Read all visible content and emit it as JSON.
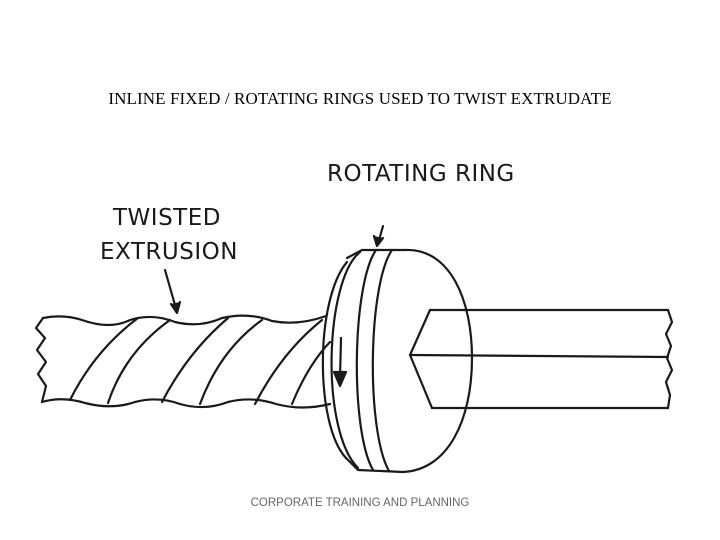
{
  "slide": {
    "title": "INLINE FIXED / ROTATING RINGS USED TO TWIST EXTRUDATE",
    "footer": "CORPORATE TRAINING AND PLANNING"
  },
  "diagram": {
    "label_rotating_ring": "ROTATING RING",
    "label_twisted_line1": "TWISTED",
    "label_twisted_line2": "EXTRUSION",
    "line_color": "#1a1a1a"
  }
}
